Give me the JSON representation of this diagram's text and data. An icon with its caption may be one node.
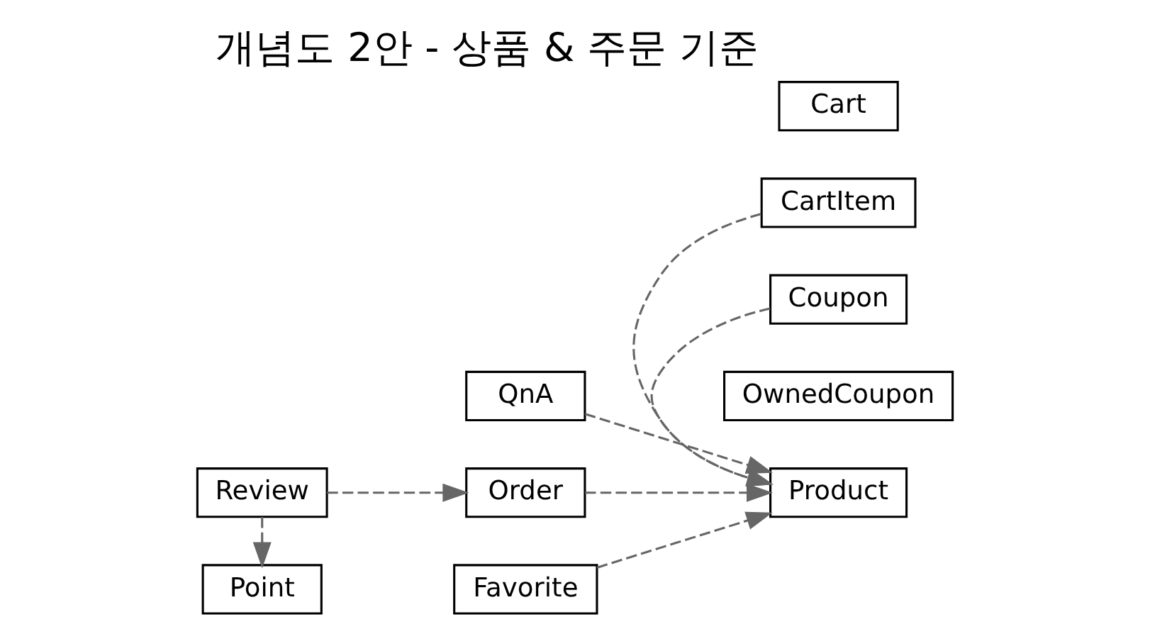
{
  "diagram": {
    "title": "개념도 2안 - 상품 & 주문 기준",
    "nodes": [
      {
        "text": [
          "Cart"
        ]
      },
      {
        "text": [
          "CartItem"
        ]
      },
      {
        "text": [
          "QnA"
        ]
      },
      {
        "text": [
          "Product"
        ]
      },
      {
        "text": [
          "Order"
        ]
      },
      {
        "text": [
          "Review"
        ]
      },
      {
        "text": [
          "Favorite"
        ]
      },
      {
        "text": [
          "Coupon"
        ]
      },
      {
        "text": [
          "OwnedCoupon"
        ]
      },
      {
        "text": [
          "Point"
        ]
      }
    ],
    "edges": [
      {
        "from": 1,
        "to": 3,
        "arrow": "to",
        "style": "dashed"
      },
      {
        "from": 2,
        "to": 3,
        "arrow": "to",
        "style": "dashed"
      },
      {
        "from": 4,
        "to": 3,
        "arrow": "to",
        "style": "dashed"
      },
      {
        "from": 5,
        "to": 4,
        "arrow": "to",
        "style": "dashed"
      },
      {
        "from": 6,
        "to": 3,
        "arrow": "to",
        "style": "dashed"
      },
      {
        "from": 7,
        "to": 3,
        "arrow": "to",
        "style": "dashed"
      },
      {
        "from": 5,
        "to": 9,
        "arrow": "to",
        "style": "dashed"
      }
    ]
  }
}
